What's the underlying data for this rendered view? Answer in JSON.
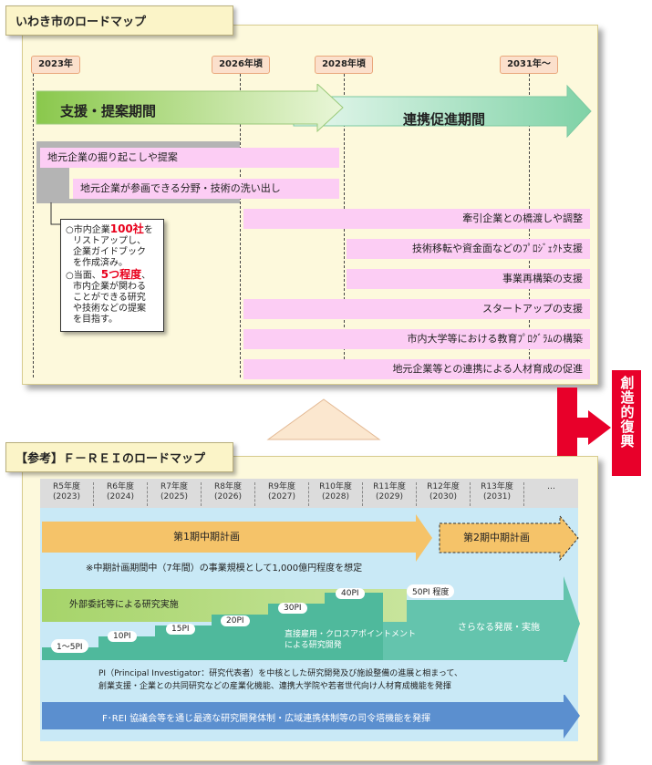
{
  "top": {
    "title": "いわき市のロードマップ",
    "years": [
      "2023年",
      "2026年頃",
      "2028年頃",
      "2031年～"
    ],
    "phase1": "支援・提案期間",
    "phase2": "連携促進期間",
    "bars": [
      "地元企業の掘り起こしや提案",
      "地元企業が参画できる分野・技術の洗い出し",
      "牽引企業との橋渡しや調整",
      "技術移転や資金面などのﾌﾟﾛｼﾞｪｸﾄ支援",
      "事業再構築の支援",
      "スタートアップの支援",
      "市内大学等における教育ﾌﾟﾛｸﾞﾗﾑの構築",
      "地元企業等との連携による人材育成の促進"
    ],
    "note": {
      "p1a": "○市内企業",
      "p1b": "100社",
      "p1c": "を",
      "p1d": "リストアップし、",
      "p1e": "企業ガイドブック",
      "p1f": "を作成済み。",
      "p2a": "○当面、",
      "p2b": "5つ程度",
      "p2c": "、",
      "p2d": "市内企業が関わる",
      "p2e": "ことができる研究",
      "p2f": "や技術などの提案",
      "p2g": "を目指す。"
    }
  },
  "side": {
    "label": "創造的復興"
  },
  "bottom": {
    "title": "【参考】Ｆ－ＲＥＩのロードマップ",
    "fiscal_years": [
      {
        "label": "R5年度",
        "year": "(2023)"
      },
      {
        "label": "R6年度",
        "year": "(2024)"
      },
      {
        "label": "R7年度",
        "year": "(2025)"
      },
      {
        "label": "R8年度",
        "year": "(2026)"
      },
      {
        "label": "R9年度",
        "year": "(2027)"
      },
      {
        "label": "R10年度",
        "year": "(2028)"
      },
      {
        "label": "R11年度",
        "year": "(2029)"
      },
      {
        "label": "R12年度",
        "year": "(2030)"
      },
      {
        "label": "R13年度",
        "year": "(2031)"
      },
      {
        "label": "…",
        "year": ""
      }
    ],
    "plan1": "第1期中期計画",
    "plan2": "第2期中期計画",
    "budget_note": "※中期計画期間中（7年間）の事業規模として1,000億円程度を想定",
    "external": "外部委託等による研究実施",
    "pi_steps": [
      "1～5PI",
      "10PI",
      "15PI",
      "20PI",
      "30PI",
      "40PI",
      "50PI 程度"
    ],
    "direct": "直接雇用・クロスアポイントメント\nによる研究開発",
    "further": "さらなる発展・実施",
    "pi_desc_1": "PI（Principal Investigator：研究代表者）を中核とした研究開発及び施設整備の進展と相まって、",
    "pi_desc_2": "創業支援・企業との共同研究などの産業化機能、連携大学院や若者世代向け人材育成機能を発揮",
    "command": "F･REI 協議会等を通じ最適な研究開発体制・広域連携体制等の司令塔機能を発揮"
  }
}
